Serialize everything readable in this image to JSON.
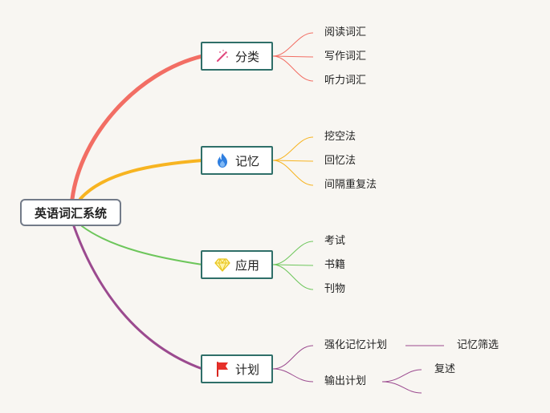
{
  "root": {
    "label": "英语词汇系统"
  },
  "branches": [
    {
      "label": "分类",
      "icon": "magic-wand-icon",
      "color": "#f26e64",
      "children": [
        "阅读词汇",
        "写作词汇",
        "听力词汇"
      ]
    },
    {
      "label": "记忆",
      "icon": "fire-icon",
      "color": "#f7b421",
      "children": [
        "挖空法",
        "回忆法",
        "间隔重复法"
      ]
    },
    {
      "label": "应用",
      "icon": "diamond-icon",
      "color": "#6dc65b",
      "children": [
        "考试",
        "书籍",
        "刊物"
      ]
    },
    {
      "label": "计划",
      "icon": "flag-icon",
      "color": "#9b4a8f",
      "children": [
        "强化记忆计划",
        "输出计划"
      ],
      "grandchildren": {
        "strengthen": [
          "记忆筛选"
        ],
        "output": [
          "复述"
        ]
      }
    }
  ]
}
